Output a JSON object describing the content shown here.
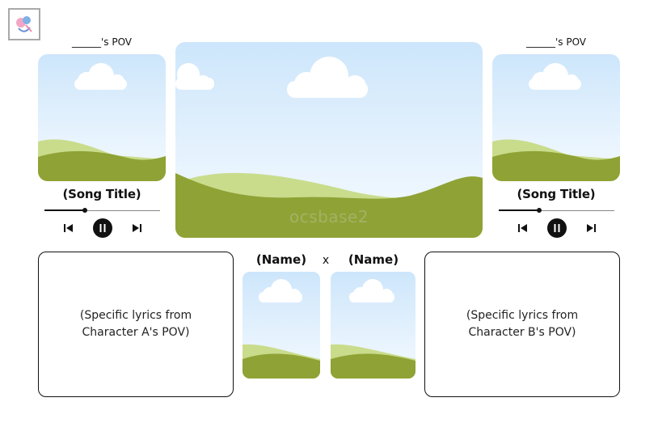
{
  "left_player": {
    "pov_label": "______'s POV",
    "song_title": "(Song Title)",
    "progress": 0.35
  },
  "right_player": {
    "pov_label": "______'s POV",
    "song_title": "(Song Title)",
    "progress": 0.35
  },
  "center_scene": {
    "watermark": "ocsbase2"
  },
  "pair": {
    "name_a": "(Name)",
    "separator": "x",
    "name_b": "(Name)"
  },
  "lyrics": {
    "character_a": "(Specific lyrics from Character A's POV)",
    "character_b": "(Specific lyrics from Character B's POV)"
  },
  "colors": {
    "sky_top": "#cfe7fb",
    "sky_bottom": "#f4f9fe",
    "hill_light": "#c9dc8c",
    "hill_dark": "#8fa235",
    "cloud": "#ffffff"
  }
}
